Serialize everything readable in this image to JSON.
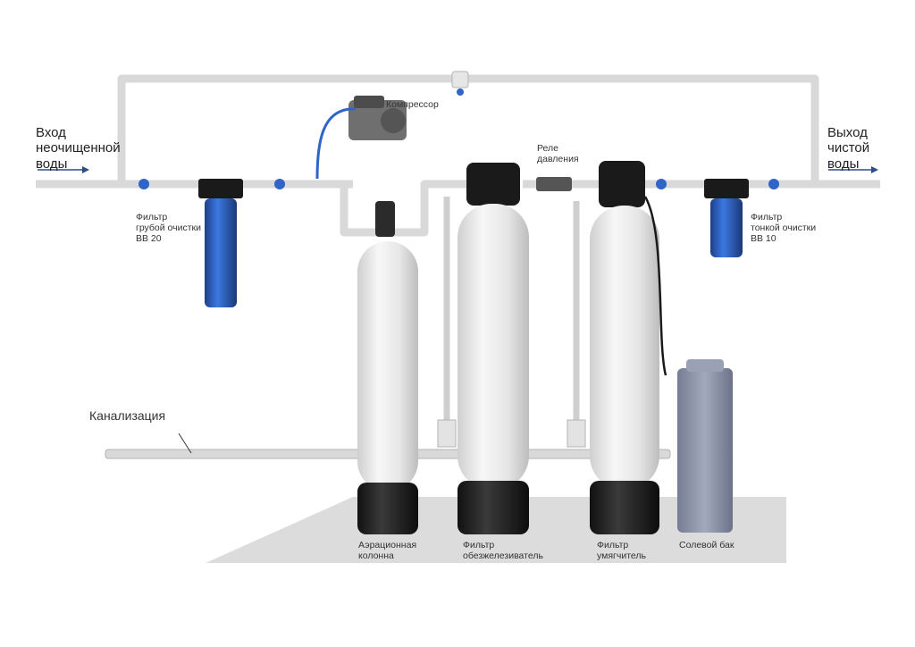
{
  "colors": {
    "pipe": "#d9d9d9",
    "pipe_edge": "#b3b3b3",
    "arrow": "#2b4f86",
    "housing_blue": "#2f64c8",
    "tank_body": "#ededed",
    "tank_base": "#1e1e1e",
    "salt_tank": "#8f96ab",
    "floor": "#d6d6d6"
  },
  "labels": {
    "inlet": [
      "Вход",
      "неочищенной",
      "воды"
    ],
    "outlet": [
      "Выход",
      "чистой",
      "воды"
    ],
    "compressor": "Компрессор",
    "pressure_relay": [
      "Реле",
      "давления"
    ],
    "coarse_filter": [
      "Фильтр",
      "грубой очистки",
      "BB 20"
    ],
    "fine_filter": [
      "Фильтр",
      "тонкой очистки",
      "BB 10"
    ],
    "sewer": "Канализация",
    "aeration_column": [
      "Аэрационная",
      "колонна"
    ],
    "iron_filter": [
      "Фильтр",
      "обезжелезиватель"
    ],
    "softener": [
      "Фильтр",
      "умягчитель"
    ],
    "salt_tank": "Солевой бак"
  },
  "icons": {
    "inlet_arrow": "arrow-right-icon",
    "outlet_arrow": "arrow-right-icon",
    "valve": "ball-valve-icon"
  }
}
